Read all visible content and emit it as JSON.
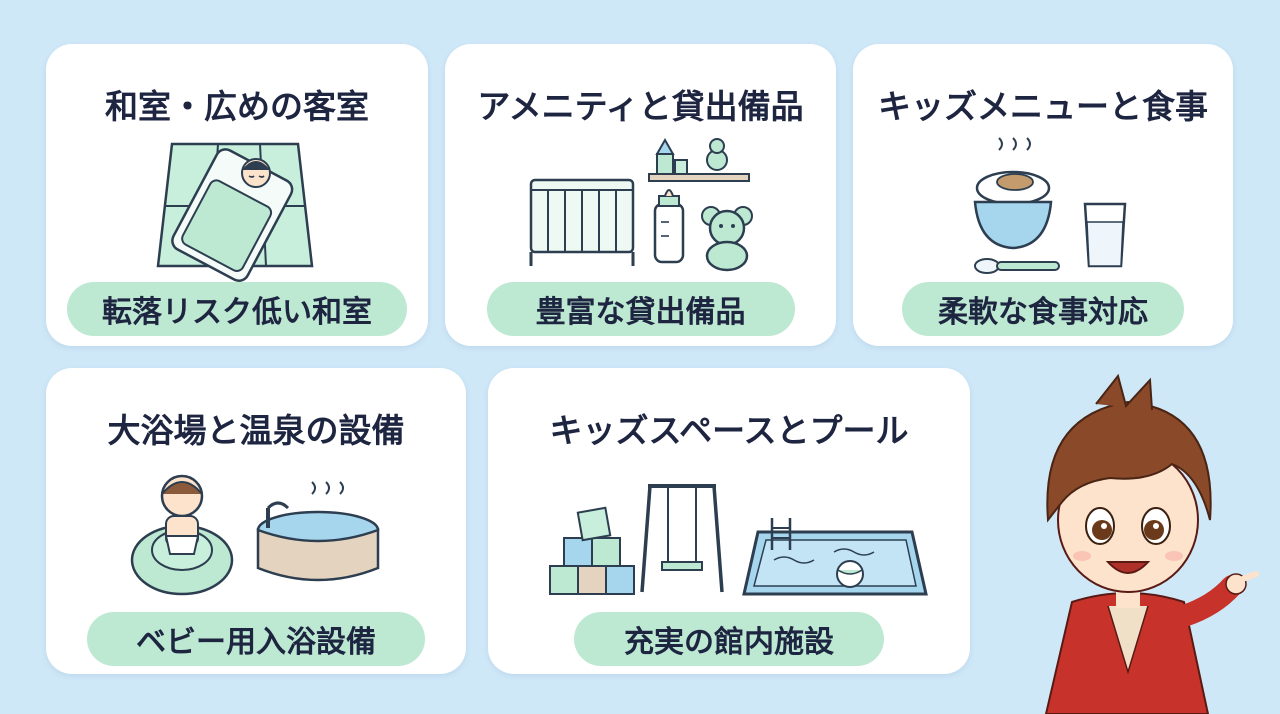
{
  "cards": [
    {
      "title": "和室・広めの客室",
      "label": "転落リスク低い和室"
    },
    {
      "title": "アメニティと貸出備品",
      "label": "豊富な貸出備品"
    },
    {
      "title": "キッズメニューと食事",
      "label": "柔軟な食事対応"
    },
    {
      "title": "大浴場と温泉の設備",
      "label": "ベビー用入浴設備"
    },
    {
      "title": "キッズスペースとプール",
      "label": "充実の館内施設"
    }
  ],
  "icons": {
    "card1": "tatami-futon-baby-icon",
    "card2": [
      "crib-icon",
      "toy-shelf-icon",
      "baby-bottle-icon",
      "teddy-bear-icon"
    ],
    "card3": [
      "rice-bowl-icon",
      "glass-of-milk-icon",
      "spoon-icon"
    ],
    "card4": [
      "baby-bath-seat-icon",
      "hot-spring-tub-icon"
    ],
    "card5": [
      "toy-blocks-icon",
      "swing-icon",
      "pool-icon"
    ],
    "mascot": "pointing-boy-mascot"
  },
  "colors": {
    "background": "#cfe8f8",
    "card": "#ffffff",
    "pill": "#bde8d2",
    "mint": "#c8efdc",
    "water": "#a6d6ee",
    "text": "#1e2540"
  }
}
